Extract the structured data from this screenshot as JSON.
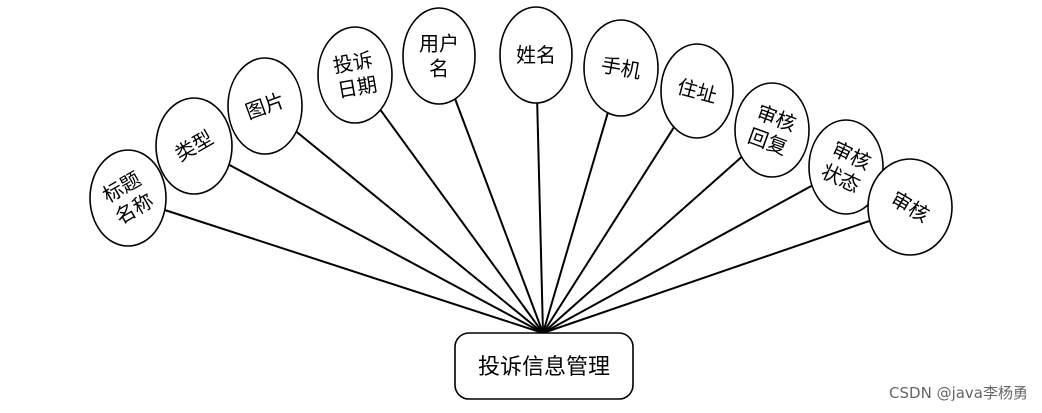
{
  "entity": {
    "label": "投诉信息管理"
  },
  "attributes": [
    {
      "key": "title",
      "lines": [
        "标题",
        "名称"
      ],
      "rotate": -30
    },
    {
      "key": "type",
      "lines": [
        "类型"
      ],
      "rotate": -30
    },
    {
      "key": "image",
      "lines": [
        "图片"
      ],
      "rotate": -20
    },
    {
      "key": "complaint-date",
      "lines": [
        "投诉",
        "日期"
      ],
      "rotate": -10
    },
    {
      "key": "username",
      "lines": [
        "用户",
        "名"
      ],
      "rotate": 0
    },
    {
      "key": "name",
      "lines": [
        "姓名"
      ],
      "rotate": 0
    },
    {
      "key": "phone",
      "lines": [
        "手机"
      ],
      "rotate": 10
    },
    {
      "key": "address",
      "lines": [
        "住址"
      ],
      "rotate": 15
    },
    {
      "key": "review-reply",
      "lines": [
        "审核",
        "回复"
      ],
      "rotate": 20
    },
    {
      "key": "review-status",
      "lines": [
        "审核",
        "状态"
      ],
      "rotate": 25
    },
    {
      "key": "review",
      "lines": [
        "审核"
      ],
      "rotate": 30
    }
  ],
  "watermark": "CSDN @java李杨勇"
}
